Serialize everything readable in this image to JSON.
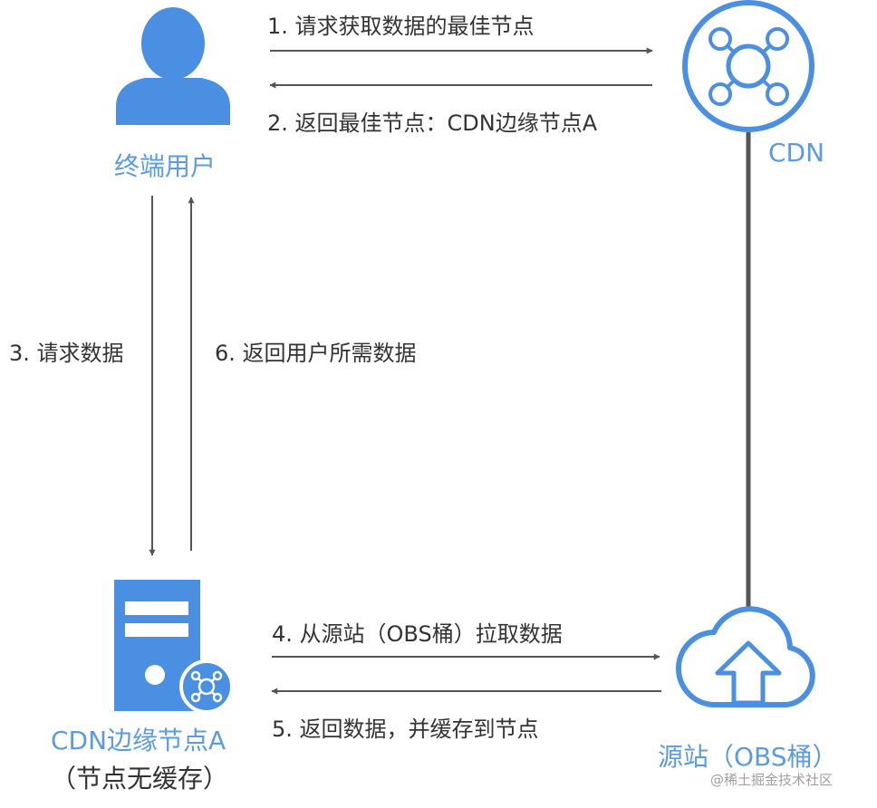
{
  "nodes": {
    "user": {
      "label": "终端用户"
    },
    "cdn": {
      "label": "CDN"
    },
    "edge": {
      "label": "CDN边缘节点A",
      "sublabel": "（节点无缓存）"
    },
    "origin": {
      "label": "源站（OBS桶）"
    }
  },
  "steps": {
    "s1": "1. 请求获取数据的最佳节点",
    "s2": "2. 返回最佳节点：CDN边缘节点A",
    "s3": "3. 请求数据",
    "s4": "4. 从源站（OBS桶）拉取数据",
    "s5": "5. 返回数据，并缓存到节点",
    "s6": "6. 返回用户所需数据"
  },
  "watermark": "@稀土掘金技术社区",
  "colors": {
    "accent": "#5b9be2",
    "icon": "#4a8fe2",
    "arrow": "#555555",
    "text": "#333333"
  }
}
